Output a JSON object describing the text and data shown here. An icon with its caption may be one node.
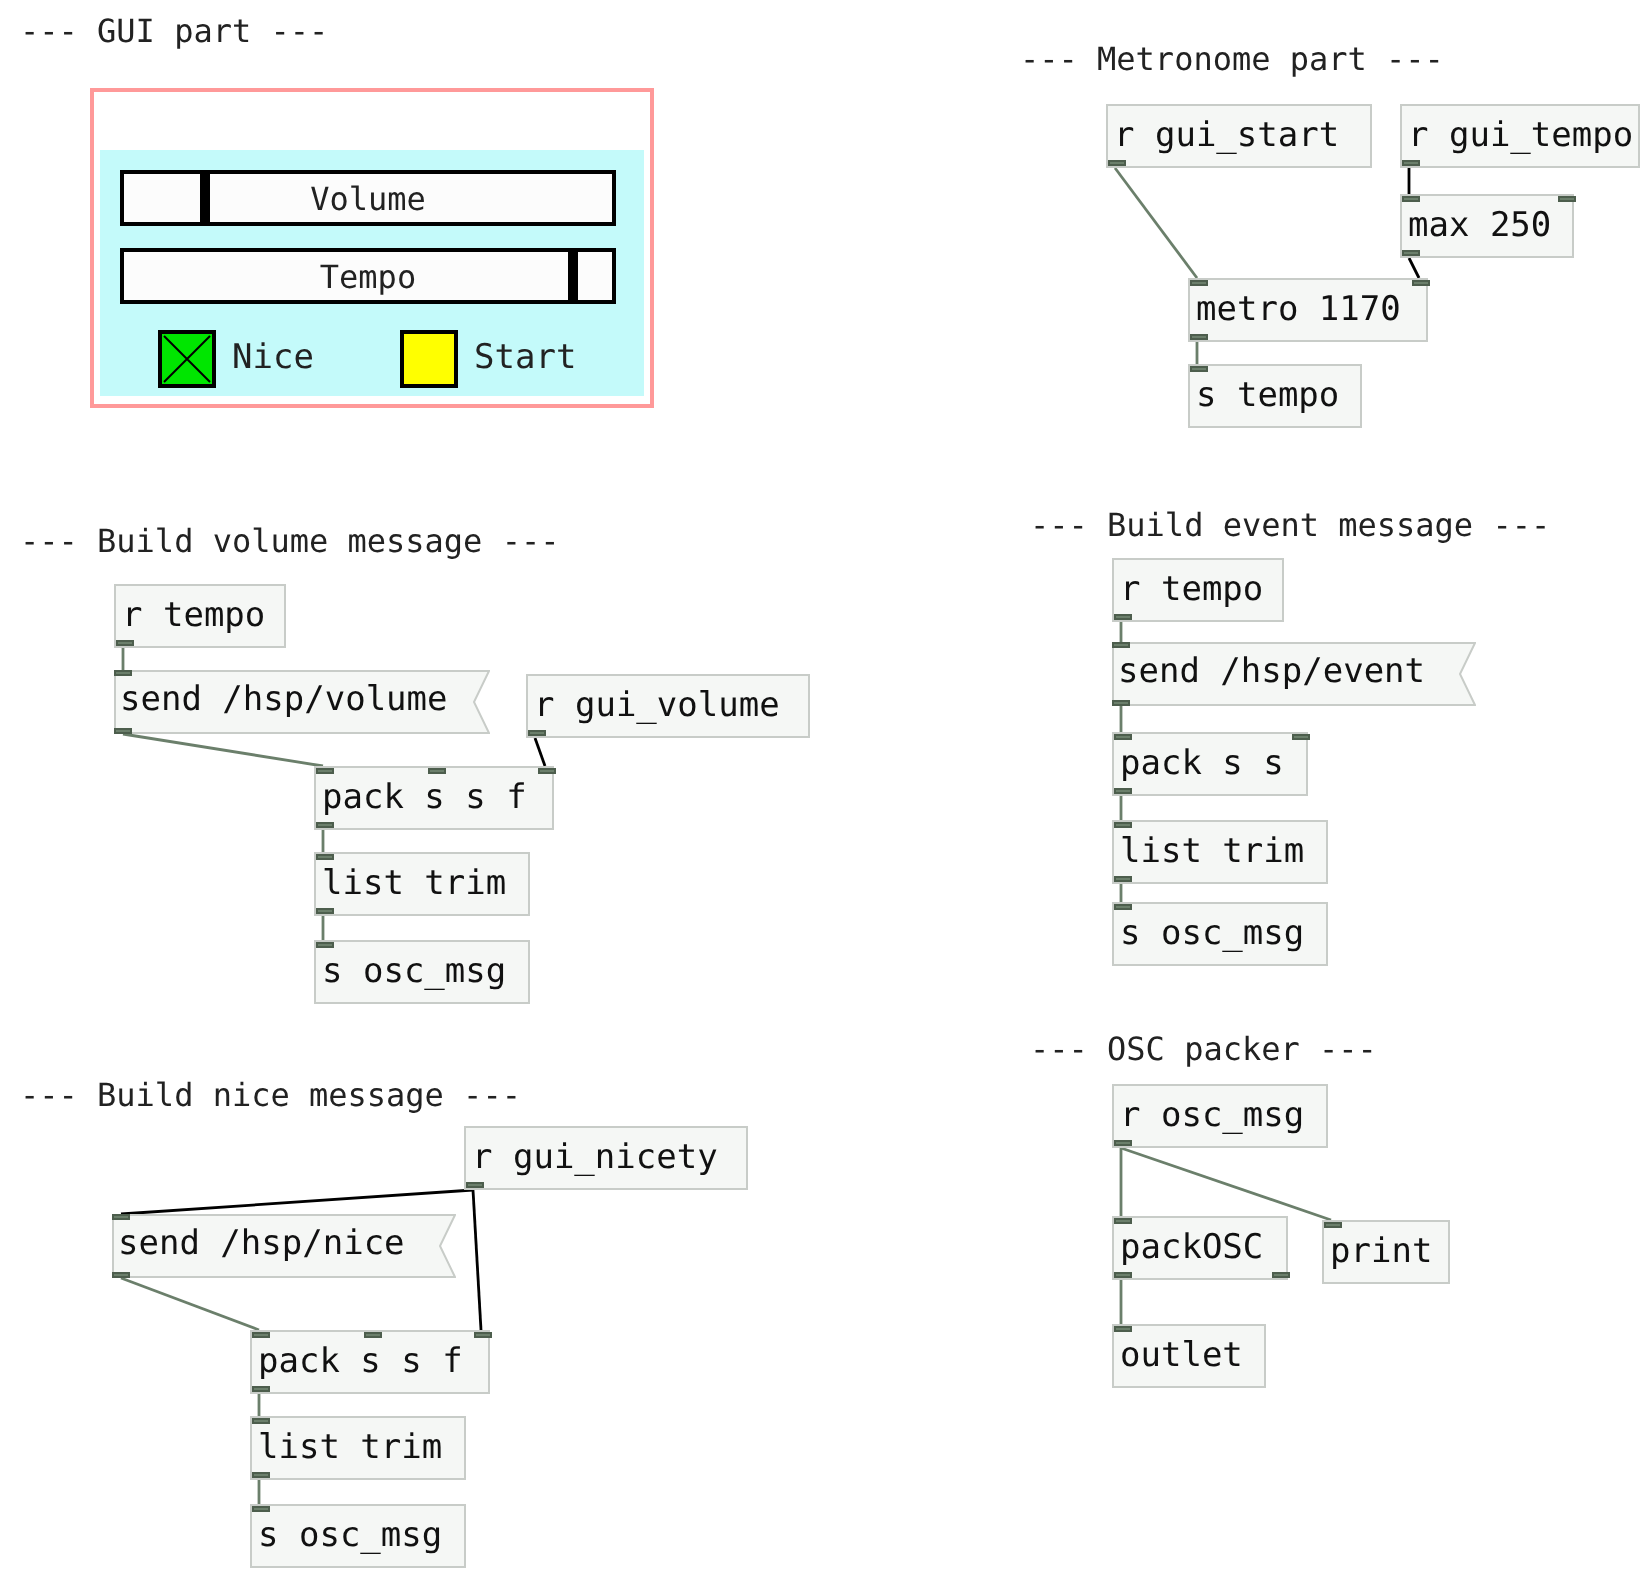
{
  "diagram": {
    "nodes": [
      {
        "text": [],
        "shape": "box"
      },
      {
        "text": [
          "Volume"
        ],
        "in": 0
      },
      {
        "text": [
          "Tempo"
        ],
        "in": 0
      },
      {
        "text": [
          "Nice"
        ],
        "in": 0
      },
      {
        "text": [
          "Start"
        ],
        "in": 0
      },
      {
        "text": [
          "r gui_start"
        ]
      },
      {
        "text": [
          "r gui_tempo"
        ]
      },
      {
        "text": [
          "max 250"
        ]
      },
      {
        "text": [
          "metro 1170"
        ]
      },
      {
        "text": [
          "s tempo"
        ]
      },
      {
        "text": [
          "r tempo"
        ]
      },
      {
        "text": [
          "send /hsp/volume"
        ]
      },
      {
        "text": [
          "r gui_volume"
        ]
      },
      {
        "text": [
          "pack s s f"
        ]
      },
      {
        "text": [
          "list trim"
        ]
      },
      {
        "text": [
          "s osc_msg"
        ]
      },
      {
        "text": [
          "r tempo"
        ]
      },
      {
        "text": [
          "send /hsp/event"
        ]
      },
      {
        "text": [
          "pack s s"
        ]
      },
      {
        "text": [
          "list trim"
        ]
      },
      {
        "text": [
          "s osc_msg"
        ]
      },
      {
        "text": [
          "r gui_nicety"
        ]
      },
      {
        "text": [
          "send /hsp/nice"
        ]
      },
      {
        "text": [
          "pack s s f"
        ]
      },
      {
        "text": [
          "list trim"
        ]
      },
      {
        "text": [
          "s osc_msg"
        ]
      },
      {
        "text": [
          "r osc_msg"
        ]
      },
      {
        "text": [
          "packOSC"
        ]
      },
      {
        "text": [
          "print"
        ]
      },
      {
        "text": [
          "outlet"
        ]
      }
    ],
    "edges": [
      {
        "from": 5,
        "to": 8,
        "arrow": "none"
      },
      {
        "from": 6,
        "to": 7,
        "arrow": "none",
        "color": "#000000"
      },
      {
        "from": 7,
        "to": 8,
        "arrow": "none",
        "color": "#000000"
      },
      {
        "from": 8,
        "to": 9,
        "arrow": "none"
      },
      {
        "from": 10,
        "to": 11,
        "arrow": "none"
      },
      {
        "from": 11,
        "to": 13,
        "arrow": "none"
      },
      {
        "from": 12,
        "to": 13,
        "arrow": "none",
        "color": "#000000"
      },
      {
        "from": 13,
        "to": 14,
        "arrow": "none"
      },
      {
        "from": 14,
        "to": 15,
        "arrow": "none"
      },
      {
        "from": 16,
        "to": 17,
        "arrow": "none"
      },
      {
        "from": 17,
        "to": 18,
        "arrow": "none"
      },
      {
        "from": 18,
        "to": 19,
        "arrow": "none"
      },
      {
        "from": 19,
        "to": 20,
        "arrow": "none"
      },
      {
        "from": 21,
        "to": 22,
        "arrow": "none",
        "color": "#000000"
      },
      {
        "from": 21,
        "to": 23,
        "arrow": "none",
        "color": "#000000"
      },
      {
        "from": 22,
        "to": 23,
        "arrow": "none"
      },
      {
        "from": 23,
        "to": 24,
        "arrow": "none"
      },
      {
        "from": 24,
        "to": 25,
        "arrow": "none"
      },
      {
        "from": 26,
        "to": 27,
        "arrow": "none"
      },
      {
        "from": 26,
        "to": 28,
        "arrow": "none"
      },
      {
        "from": 27,
        "to": 29,
        "arrow": "none"
      }
    ],
    "labels": [
      "--- GUI part ---",
      "--- Metronome part ---",
      "--- Build volume message ---",
      "--- Build event message ---",
      "--- OSC packer ---",
      "--- Build nice message ---"
    ]
  }
}
